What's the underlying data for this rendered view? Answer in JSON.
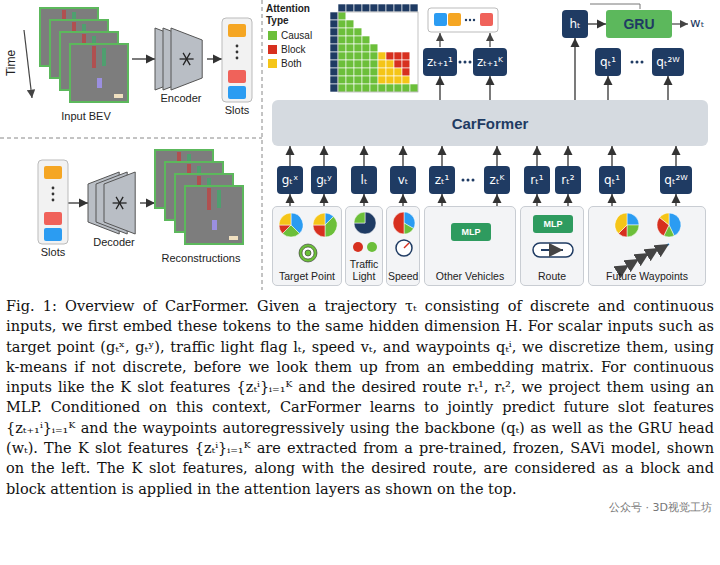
{
  "diagram": {
    "caption": "Fig. 1: Overview of CarFormer. Given a trajectory τₜ consisting of discrete and continuous inputs, we first embed these tokens to the same hidden dimension H. For scalar inputs such as target point (gₜˣ, gₜʸ), traffic light flag lₜ, speed vₜ, and waypoints qₜⁱ, we discretize them, using k-means if not discrete, before we look them up from an embedding matrix. For continuous inputs like the K slot features {zₜⁱ}ᵢ₌₁ᴷ and the desired route rₜ¹, rₜ², we project them using an MLP. Conditioned on this context, CarFormer learns to jointly predict future slot features {zₜ₊₁ⁱ}ᵢ₌₁ᴷ and the waypoints autoregressively using the backbone (qₜ) as well as the GRU head (wₜ). The K slot features {zₜⁱ}ᵢ₌₁ᴷ are extracted from a pre-trained, frozen, SAVi model, shown on the left. The K slot features, along with the desired route, are considered as a block and block attention is applied in the attention layers as shown on the top.",
    "nodes": [
      {
        "text": [
          "Input BEV"
        ]
      },
      {
        "text": [
          "Encoder"
        ]
      },
      {
        "text": [
          "Slots"
        ]
      },
      {
        "text": [
          "Slots"
        ]
      },
      {
        "text": [
          "Decoder"
        ]
      },
      {
        "text": [
          "Reconstructions"
        ]
      },
      {
        "text": [
          "hₜ"
        ]
      },
      {
        "text": [
          "GRU"
        ]
      },
      {
        "text": [
          "zₜ₊₁¹"
        ]
      },
      {
        "text": [
          "zₜ₊₁ᴷ"
        ]
      },
      {
        "text": [
          "qₜ¹"
        ]
      },
      {
        "text": [
          "qₜ²ᵂ"
        ]
      },
      {
        "text": [
          "CarFormer"
        ]
      },
      {
        "text": [
          "gₜˣ"
        ]
      },
      {
        "text": [
          "gₜʸ"
        ]
      },
      {
        "text": [
          "lₜ"
        ]
      },
      {
        "text": [
          "vₜ"
        ]
      },
      {
        "text": [
          "zₜ¹"
        ]
      },
      {
        "text": [
          "zₜᴷ"
        ]
      },
      {
        "text": [
          "rₜ¹"
        ]
      },
      {
        "text": [
          "rₜ²"
        ]
      },
      {
        "text": [
          "qₜ¹"
        ]
      },
      {
        "text": [
          "qₜ²ᵂ"
        ]
      },
      {
        "text": [
          "Target Point"
        ]
      },
      {
        "text": [
          "Traffic Light"
        ]
      },
      {
        "text": [
          "Speed"
        ]
      },
      {
        "text": [
          "Other Vehicles"
        ]
      },
      {
        "text": [
          "MLP"
        ],
        "in": 26
      },
      {
        "text": [
          "Route"
        ]
      },
      {
        "text": [
          "MLP"
        ],
        "in": 28
      },
      {
        "text": [
          "Future Waypoints"
        ]
      }
    ],
    "edges": [
      {
        "from": 0,
        "to": 1,
        "arrow": "to"
      },
      {
        "from": 1,
        "to": 2,
        "arrow": "to"
      },
      {
        "from": 3,
        "to": 4,
        "arrow": "to"
      },
      {
        "from": 4,
        "to": 5,
        "arrow": "to"
      },
      {
        "from": 12,
        "to": 6,
        "arrow": "to"
      },
      {
        "from": 6,
        "to": 7,
        "arrow": "to"
      },
      {
        "from": 12,
        "to": 8,
        "arrow": "to"
      },
      {
        "from": 12,
        "to": 9,
        "arrow": "to"
      },
      {
        "from": 12,
        "to": 10,
        "arrow": "to"
      },
      {
        "from": 12,
        "to": 11,
        "arrow": "to"
      },
      {
        "from": 13,
        "to": 12,
        "arrow": "to"
      },
      {
        "from": 14,
        "to": 12,
        "arrow": "to"
      },
      {
        "from": 15,
        "to": 12,
        "arrow": "to"
      },
      {
        "from": 16,
        "to": 12,
        "arrow": "to"
      },
      {
        "from": 17,
        "to": 12,
        "arrow": "to"
      },
      {
        "from": 18,
        "to": 12,
        "arrow": "to"
      },
      {
        "from": 19,
        "to": 12,
        "arrow": "to"
      },
      {
        "from": 20,
        "to": 12,
        "arrow": "to"
      },
      {
        "from": 21,
        "to": 12,
        "arrow": "to"
      },
      {
        "from": 22,
        "to": 12,
        "arrow": "to"
      },
      {
        "from": 23,
        "to": 13,
        "arrow": "to"
      },
      {
        "from": 23,
        "to": 14,
        "arrow": "to"
      },
      {
        "from": 24,
        "to": 15,
        "arrow": "to"
      },
      {
        "from": 25,
        "to": 16,
        "arrow": "to"
      },
      {
        "from": 26,
        "to": 17,
        "arrow": "to"
      },
      {
        "from": 26,
        "to": 18,
        "arrow": "to"
      },
      {
        "from": 28,
        "to": 19,
        "arrow": "to"
      },
      {
        "from": 28,
        "to": 20,
        "arrow": "to"
      },
      {
        "from": 30,
        "to": 21,
        "arrow": "to"
      },
      {
        "from": 30,
        "to": 22,
        "arrow": "to"
      }
    ],
    "labels": [
      "Time",
      "Attention Type",
      "wₜ",
      "公众号 · 3D视觉工坊"
    ],
    "legend": [
      {
        "text": "Causal",
        "color": "#6cbf3a"
      },
      {
        "text": "Block",
        "color": "#d7301f"
      },
      {
        "text": "Both",
        "color": "#f5c518"
      }
    ]
  }
}
